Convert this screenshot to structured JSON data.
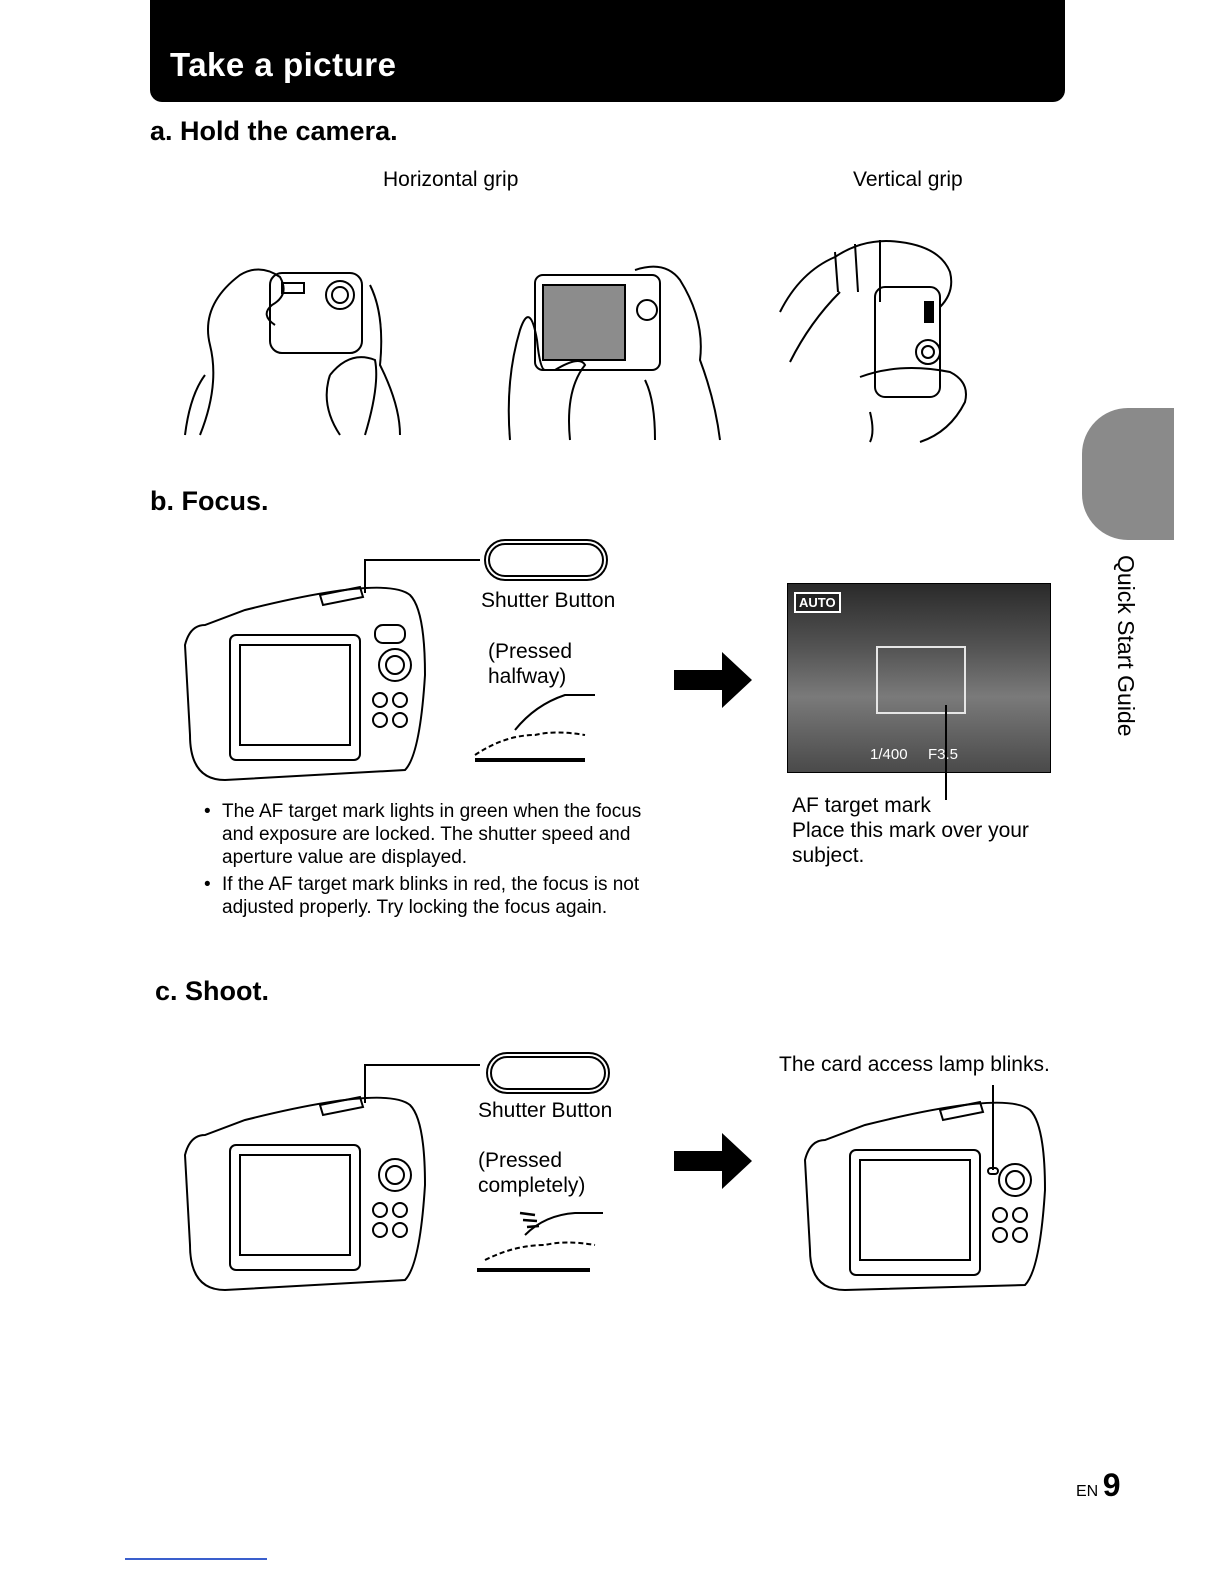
{
  "header": {
    "title": "Take a picture"
  },
  "sections": {
    "hold": {
      "heading": "a.  Hold the camera.",
      "horizontal_label": "Horizontal grip",
      "vertical_label": "Vertical grip"
    },
    "focus": {
      "heading": "b.  Focus.",
      "button_label": "Shutter Button",
      "press_note": "(Pressed\nhalfway)",
      "screen": {
        "mode_badge": "AUTO",
        "shutter_speed": "1/400",
        "aperture": "F3.5"
      },
      "af_caption": "AF target mark\nPlace this mark over your\nsubject.",
      "bullets": [
        "The AF target mark lights in green when the focus and exposure are locked. The shutter speed and aperture value are displayed.",
        "If the AF target mark blinks in red, the focus is not adjusted properly. Try locking the focus again."
      ]
    },
    "shoot": {
      "heading": "c.  Shoot.",
      "button_label": "Shutter Button",
      "press_note": "(Pressed\ncompletely)",
      "lamp_caption": "The card access lamp blinks."
    }
  },
  "side_tab": {
    "label": "Quick Start Guide"
  },
  "page": {
    "lang": "EN",
    "number": "9"
  }
}
